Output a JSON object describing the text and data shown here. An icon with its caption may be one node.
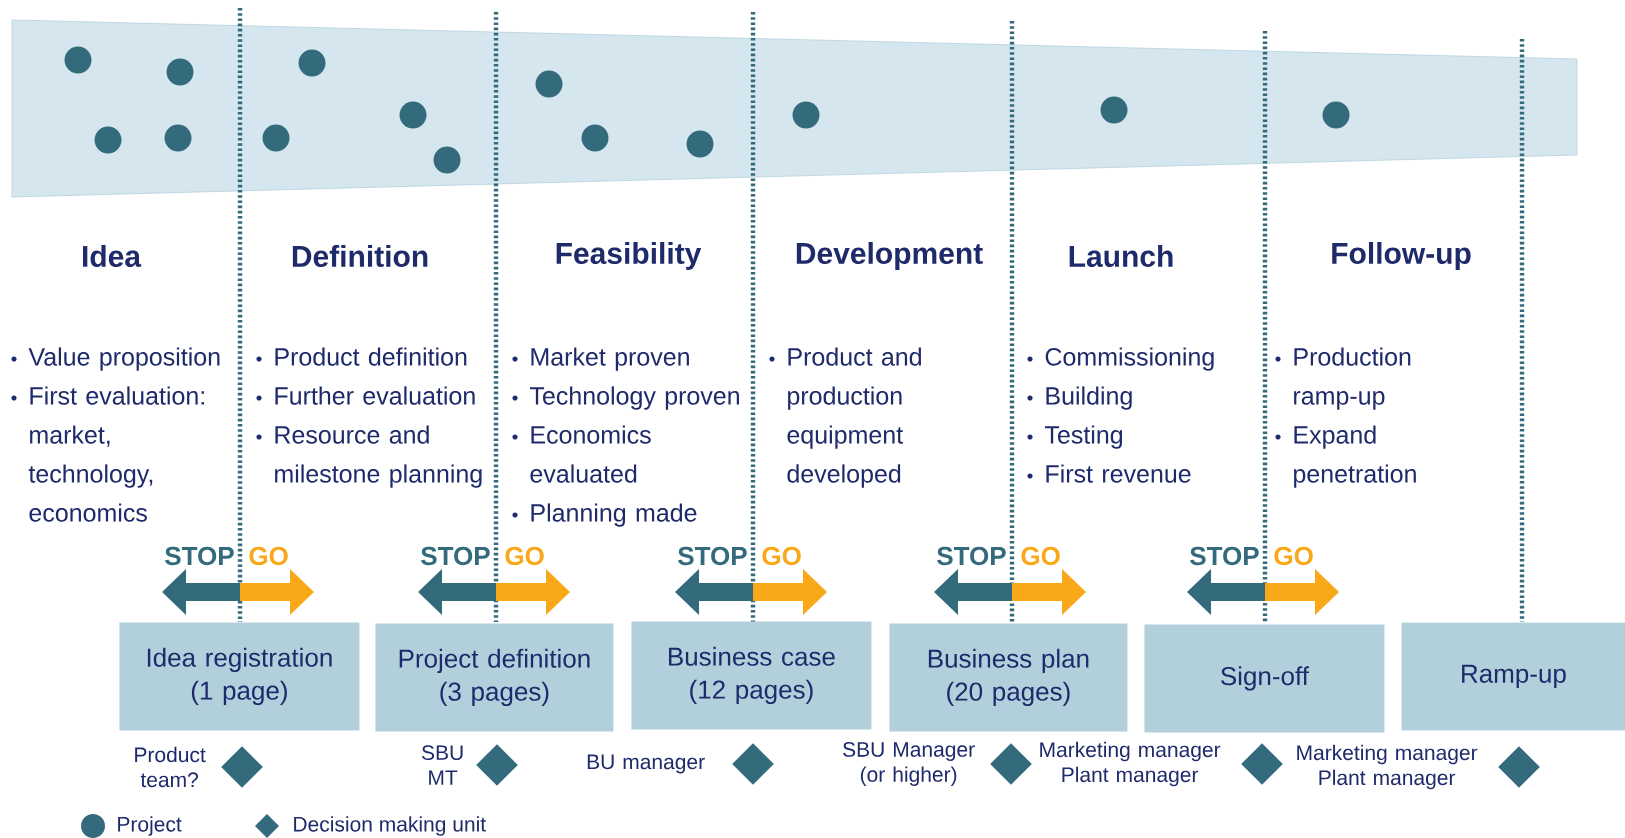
{
  "diagram": {
    "nodes": [
      {
        "text": [
          "Idea registration (1 page)"
        ]
      },
      {
        "text": [
          "Project definition (3 pages)"
        ]
      },
      {
        "text": [
          "Business case (12 pages)"
        ]
      },
      {
        "text": [
          "Business plan (20 pages)"
        ]
      },
      {
        "text": [
          "Sign-off"
        ]
      },
      {
        "text": [
          "Ramp-up"
        ]
      },
      {
        "text": [],
        "shape": "diamond",
        "beside": [
          "Product team?"
        ]
      },
      {
        "text": [],
        "shape": "diamond",
        "beside": [
          "SBU MT"
        ]
      },
      {
        "text": [],
        "shape": "diamond",
        "beside": [
          "BU manager"
        ]
      },
      {
        "text": [],
        "shape": "diamond",
        "beside": [
          "SBU Manager (or higher)"
        ]
      },
      {
        "text": [],
        "shape": "diamond",
        "beside": [
          "Marketing manager Plant manager"
        ]
      },
      {
        "text": [],
        "shape": "diamond",
        "beside": [
          "Marketing manager Plant manager"
        ]
      }
    ],
    "labels": [
      "Idea",
      "Definition",
      "Feasibility",
      "Development",
      "Launch",
      "Follow-up",
      "Value proposition",
      "First evaluation: market, technology, economics",
      "Product definition",
      "Further evaluation",
      "Resource and milestone planning",
      "Market proven",
      "Technology proven",
      "Economics evaluated",
      "Planning made",
      "Product and production equipment developed",
      "Commissioning",
      "Building",
      "Testing",
      "First revenue",
      "Production ramp-up",
      "Expand penetration",
      "STOP",
      "GO",
      "STOP",
      "GO",
      "STOP",
      "GO",
      "STOP",
      "GO",
      "STOP",
      "GO"
    ],
    "legend": [
      {
        "text": "Project"
      },
      {
        "text": "Decision making unit"
      }
    ]
  }
}
